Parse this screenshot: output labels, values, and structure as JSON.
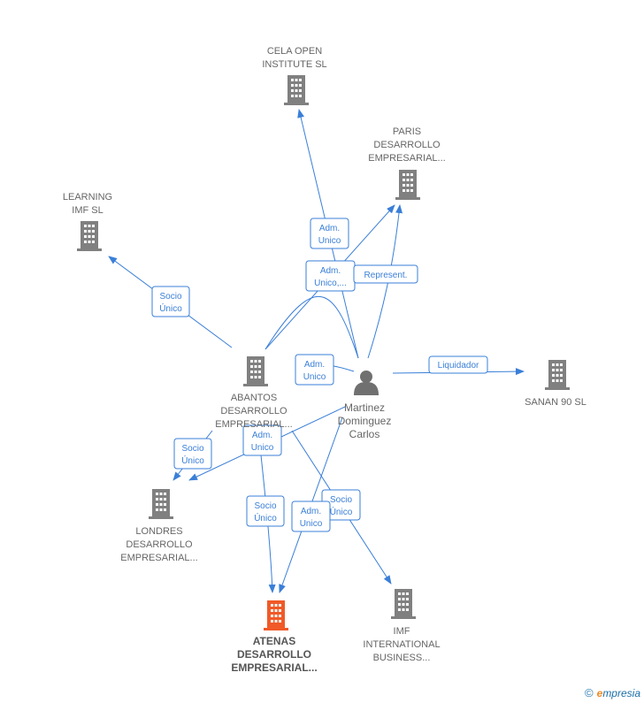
{
  "colors": {
    "edge": "#3a7fd8",
    "building": "#808080",
    "focus_building": "#f05a28",
    "label": "#666666"
  },
  "nodes": {
    "cela": {
      "lines": [
        "CELA OPEN",
        "INSTITUTE  SL"
      ],
      "icon": "building-icon"
    },
    "paris": {
      "lines": [
        "PARIS",
        "DESARROLLO",
        "EMPRESARIAL..."
      ],
      "icon": "building-icon"
    },
    "learning": {
      "lines": [
        "LEARNING",
        "IMF SL"
      ],
      "icon": "building-icon"
    },
    "abantos": {
      "lines": [
        "ABANTOS",
        "DESARROLLO",
        "EMPRESARIAL..."
      ],
      "icon": "building-icon"
    },
    "martinez": {
      "lines": [
        "Martinez",
        "Dominguez",
        "Carlos"
      ],
      "icon": "person-icon"
    },
    "sanan": {
      "lines": [
        "SANAN 90 SL"
      ],
      "icon": "building-icon"
    },
    "londres": {
      "lines": [
        "LONDRES",
        "DESARROLLO",
        "EMPRESARIAL..."
      ],
      "icon": "building-icon"
    },
    "atenas": {
      "lines": [
        "ATENAS",
        "DESARROLLO",
        "EMPRESARIAL..."
      ],
      "icon": "building-icon",
      "focus": true
    },
    "imf": {
      "lines": [
        "IMF",
        "INTERNATIONAL",
        "BUSINESS..."
      ],
      "icon": "building-icon"
    }
  },
  "edge_labels": {
    "adm_unico_cela": [
      "Adm.",
      "Unico"
    ],
    "adm_unico_paris": [
      "Adm.",
      "Unico,..."
    ],
    "represent": [
      "Represent."
    ],
    "socio_learning": [
      "Socio",
      "Único"
    ],
    "adm_unico_abantos": [
      "Adm.",
      "Unico"
    ],
    "liquidador": [
      "Liquidador"
    ],
    "socio_londres": [
      "Socio",
      "Único"
    ],
    "adm_unico_londres": [
      "Adm.",
      "Unico"
    ],
    "socio_atenas": [
      "Socio",
      "Único"
    ],
    "adm_unico_atenas": [
      "Adm.",
      "Unico"
    ],
    "socio_imf": [
      "Socio",
      "Único"
    ]
  },
  "footer": {
    "copyright": "©",
    "brand_e": "e",
    "brand_rest": "mpresia"
  }
}
